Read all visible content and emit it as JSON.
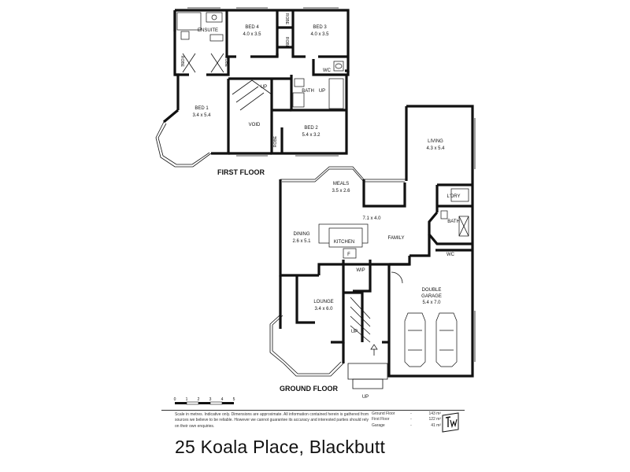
{
  "rooms": {
    "ensuite": {
      "name": "ENSUITE"
    },
    "bed4": {
      "name": "BED 4",
      "size": "4.0 x 3.5"
    },
    "bed3": {
      "name": "BED 3",
      "size": "4.0 x 3.5"
    },
    "bed1": {
      "name": "BED 1",
      "size": "3.4 x 5.4"
    },
    "bed2": {
      "name": "BED 2",
      "size": "5.4 x 3.2"
    },
    "void": {
      "name": "VOID"
    },
    "bath_upper": {
      "name": "BATH"
    },
    "wc_upper": {
      "name": "WC"
    },
    "meals": {
      "name": "MEALS",
      "size": "3.5 x 2.6"
    },
    "living": {
      "name": "LIVING",
      "size": "4.3 x 5.4"
    },
    "laundry": {
      "name": "L'DRY"
    },
    "bath_lower": {
      "name": "BATH"
    },
    "wc_lower": {
      "name": "WC"
    },
    "family": {
      "name": "FAMILY",
      "size": "7.1 x 4.0"
    },
    "kitchen": {
      "name": "KITCHEN"
    },
    "dining": {
      "name": "DINING",
      "size": "2.6 x 5.1"
    },
    "wip": {
      "name": "WIP"
    },
    "lounge": {
      "name": "LOUNGE",
      "size": "3.4 x 6.0"
    },
    "garage": {
      "name": "DOUBLE",
      "name2": "GARAGE",
      "size": "5.4 x 7.0"
    }
  },
  "robe_label": "ROBE",
  "up_label": "UP",
  "fridge_label": "F",
  "floor_titles": {
    "first": "FIRST FLOOR",
    "ground": "GROUND FLOOR"
  },
  "scale": {
    "ticks": [
      "0",
      "1",
      "2",
      "3",
      "4",
      "5"
    ]
  },
  "disclaimer": "Scale in metres. Indicative only. Dimensions are approximate. All information contained herein is gathered from sources we believe to be reliable. However we cannot guarantee its accuracy and interested parties should rely on their own enquiries.",
  "areas": [
    {
      "name": "Ground Floor",
      "dash": "-",
      "value": "143 m²"
    },
    {
      "name": "First Floor",
      "dash": "-",
      "value": "122 m²"
    },
    {
      "name": "Garage",
      "dash": "-",
      "value": "41 m²"
    }
  ],
  "address": "25 Koala Place, Blackbutt"
}
